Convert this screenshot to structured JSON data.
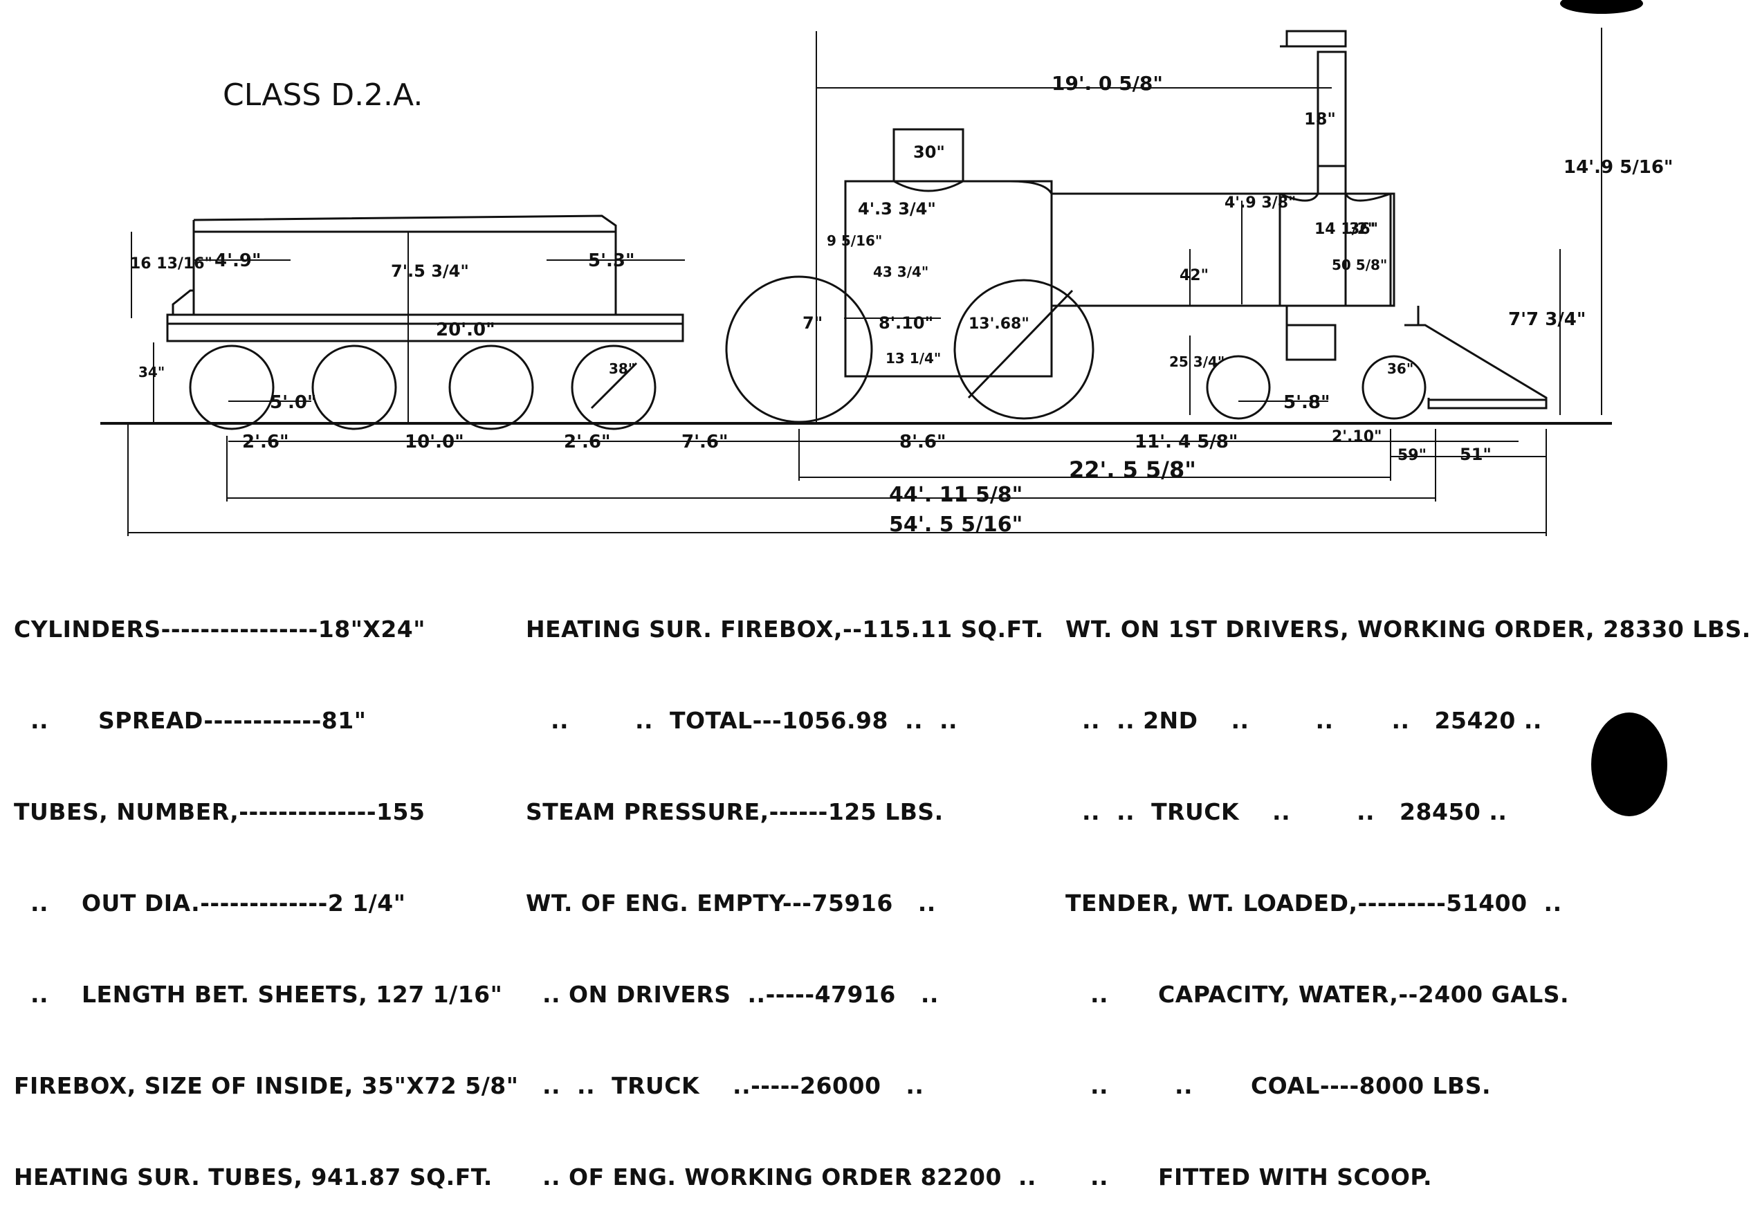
{
  "title": "CLASS D.2.A.",
  "dimensions": {
    "overall_length": "54'. 5 5/16\"",
    "wheelbase_total": "44'. 11 5/8\"",
    "engine_wheelbase": "22'. 5 5/8\"",
    "engine_cab_to_chimney": "19'. 0 5/8\"",
    "height_chimney": "14'.9 5/16\"",
    "height_boiler_center": "7'7 3/4\"",
    "dome_width": "30\"",
    "chimney_dia": "18\"",
    "tender_height": "7'.5 3/4\"",
    "tender_front_overhang": "4'.9\"",
    "tender_rear_overhang": "5'.3\"",
    "tender_frame_length": "20'.0\"",
    "tender_side_height": "16 13/16\"",
    "tender_axle_height": "34\"",
    "tender_wheel_dia": "38\"",
    "tender_wheelbase_pair": "5'.0\"",
    "tender_end_spacing_left": "2'.6\"",
    "tender_center_spacing": "10'.0\"",
    "tender_end_spacing_right": "2'.6\"",
    "tender_to_engine": "7'.6\"",
    "driver_wheelbase": "8'.6\"",
    "driver_to_bogie": "11'. 4 5/8\"",
    "bogie_wheelbase": "5'.8\"",
    "bogie_spacing": "2'.10\"",
    "front_overhang_a": "59\"",
    "front_overhang_b": "51\"",
    "driver_dia": "13'.68\"",
    "driver_center": "8'.10\"",
    "firebox_width": "4'.3 3/4\"",
    "cab_side": "9 5/16\"",
    "firebox_depth": "43 3/4\"",
    "driver_gap": "7\"",
    "ashpan": "13 1/4\"",
    "boiler_dia": "4'.9 3/8\"",
    "smokebox_height": "42\"",
    "bogie_height": "25 3/4\"",
    "smokebox_front": "14 1/2\"",
    "smokebox_width": "36\"",
    "cylinder_height": "50 5/8\"",
    "bogie_wheel_dia": "36\""
  },
  "specs": {
    "col1": [
      "CYLINDERS----------------18\"X24\"",
      "  ..      SPREAD------------81\"",
      "TUBES, NUMBER,--------------155",
      "  ..    OUT DIA.-------------2 1/4\"",
      "  ..    LENGTH BET. SHEETS, 127 1/16\"",
      "FIREBOX, SIZE OF INSIDE, 35\"X72 5/8\"",
      "HEATING SUR. TUBES, 941.87 SQ.FT."
    ],
    "col2": [
      "HEATING SUR. FIREBOX,--115.11 SQ.FT.",
      "   ..        ..  TOTAL---1056.98  ..  ..",
      "STEAM PRESSURE,------125 LBS.",
      "WT. OF ENG. EMPTY---75916   ..",
      "  .. ON DRIVERS  ..-----47916   ..",
      "  ..  ..  TRUCK    ..-----26000   ..",
      "  .. OF ENG. WORKING ORDER 82200  .."
    ],
    "col3": [
      "WT. ON 1ST DRIVERS, WORKING ORDER, 28330 LBS.",
      "  ..  .. 2ND    ..        ..       ..   25420 ..",
      "  ..  ..  TRUCK    ..        ..   28450 ..",
      "TENDER, WT. LOADED,---------51400  ..",
      "   ..      CAPACITY, WATER,--2400 GALS.",
      "   ..        ..       COAL----8000 LBS.",
      "   ..      FITTED WITH SCOOP."
    ]
  }
}
